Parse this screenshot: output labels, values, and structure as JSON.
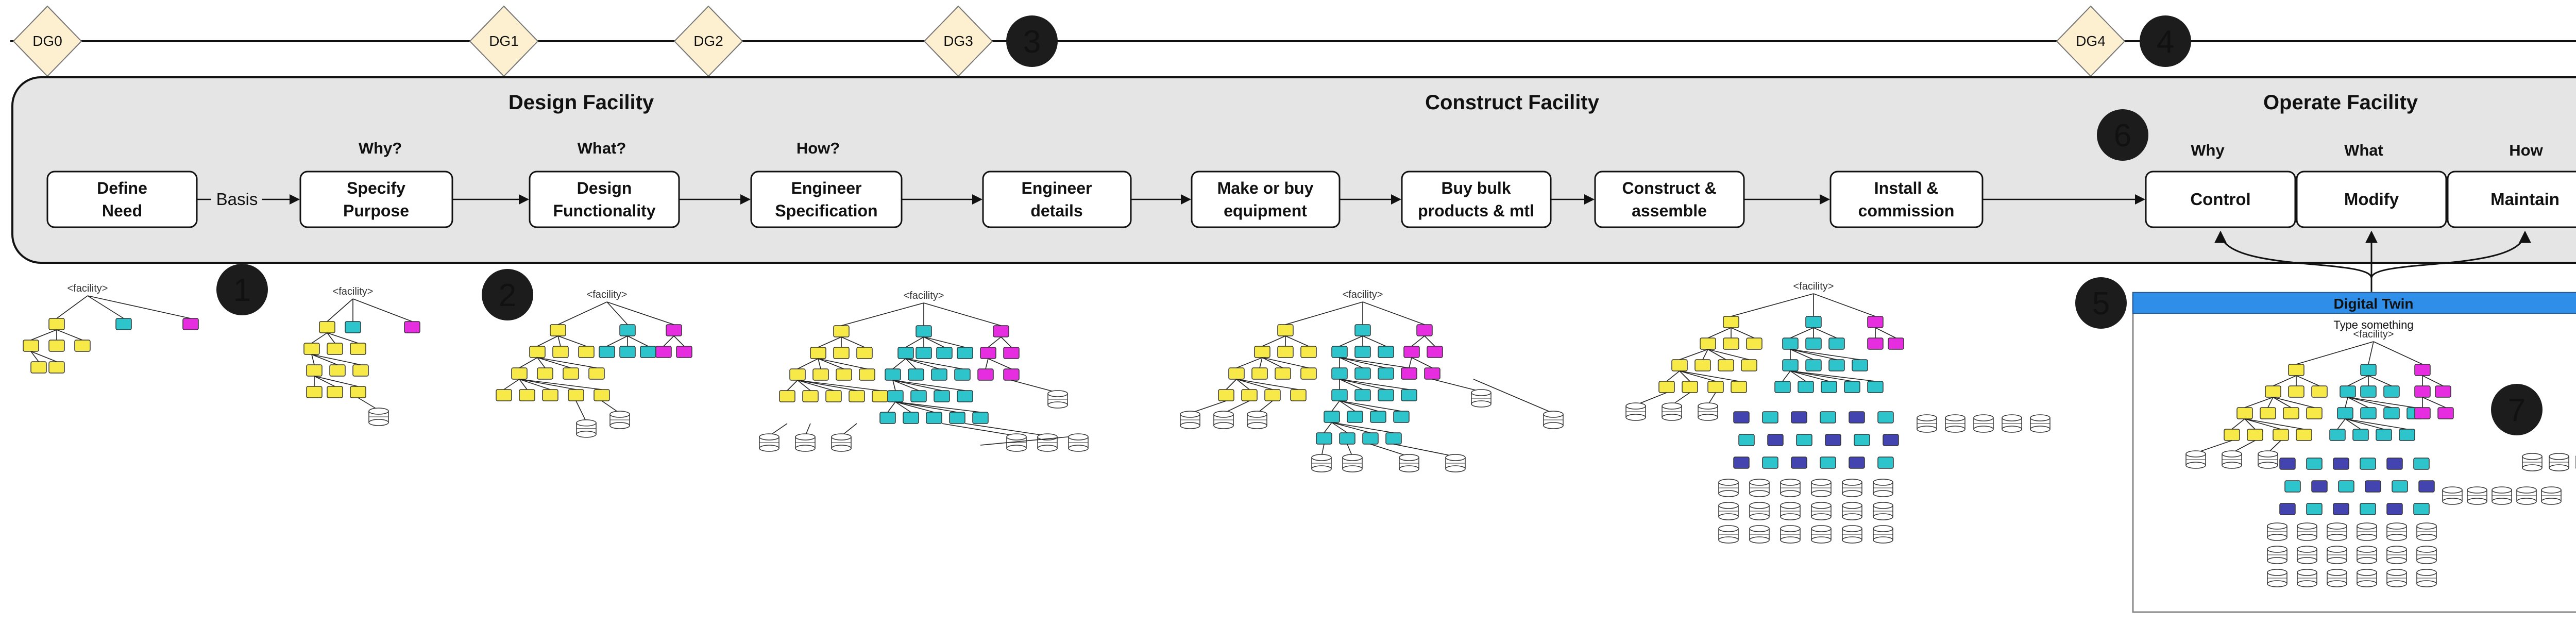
{
  "timeline": {
    "gates": [
      "DG0",
      "DG1",
      "DG2",
      "DG3",
      "DG4"
    ],
    "badges": [
      "3",
      "4"
    ]
  },
  "phases": [
    "Design Facility",
    "Construct Facility",
    "Operate Facility"
  ],
  "questions": [
    "Why?",
    "What?",
    "How?"
  ],
  "operate_questions": [
    "Why",
    "What",
    "How"
  ],
  "steps": [
    {
      "line1": "Define",
      "line2": "Need"
    },
    {
      "line1": "Specify",
      "line2": "Purpose"
    },
    {
      "line1": "Design",
      "line2": "Functionality"
    },
    {
      "line1": "Engineer",
      "line2": "Specification"
    },
    {
      "line1": "Engineer",
      "line2": "details"
    },
    {
      "line1": "Make or buy",
      "line2": "equipment"
    },
    {
      "line1": "Buy bulk",
      "line2": "products & mtl"
    },
    {
      "line1": "Construct &",
      "line2": "assemble"
    },
    {
      "line1": "Install &",
      "line2": "commission"
    }
  ],
  "basis_label": "Basis",
  "operate_boxes": [
    "Control",
    "Modify",
    "Maintain"
  ],
  "badges": [
    "1",
    "2",
    "5",
    "6",
    "7"
  ],
  "tree_root_label": "<facility>",
  "digital_twin": {
    "title": "Digital Twin",
    "placeholder": "Type something"
  },
  "colors": {
    "functional": "#f7ea48",
    "technical": "#2ec4cc",
    "location": "#e62ee0",
    "asset": "#4444b0",
    "gate": "#fdf0d0",
    "panel": "#e5e5e5",
    "twin_header": "#2f8fe8"
  }
}
